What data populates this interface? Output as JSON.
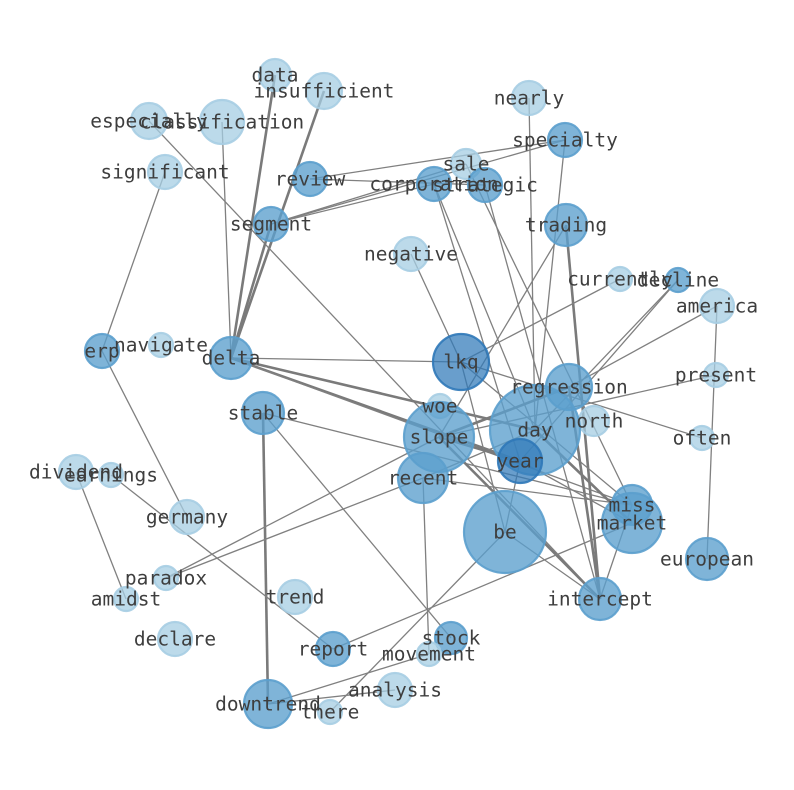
{
  "graph": {
    "palette": {
      "light": "#a6cde3",
      "mid": "#5b9fcd",
      "dark": "#2f78b8",
      "edge": "#808080",
      "text": "#3e3e3e"
    },
    "nodes": [
      {
        "id": "data",
        "label": "data",
        "level": "light"
      },
      {
        "id": "insufficient",
        "label": "insufficient",
        "level": "light"
      },
      {
        "id": "especially",
        "label": "especially",
        "level": "light"
      },
      {
        "id": "classification",
        "label": "classification",
        "level": "light"
      },
      {
        "id": "nearly",
        "label": "nearly",
        "level": "light"
      },
      {
        "id": "specialty",
        "label": "specialty",
        "level": "mid"
      },
      {
        "id": "sale",
        "label": "sale",
        "level": "light"
      },
      {
        "id": "corporation",
        "label": "corporation",
        "level": "mid"
      },
      {
        "id": "strategic",
        "label": "strategic",
        "level": "mid"
      },
      {
        "id": "significant",
        "label": "significant",
        "level": "light"
      },
      {
        "id": "review",
        "label": "review",
        "level": "mid"
      },
      {
        "id": "segment",
        "label": "segment",
        "level": "mid"
      },
      {
        "id": "trading",
        "label": "trading",
        "level": "mid"
      },
      {
        "id": "negative",
        "label": "negative",
        "level": "light"
      },
      {
        "id": "currently",
        "label": "currently",
        "level": "light"
      },
      {
        "id": "decline",
        "label": "decline",
        "level": "mid"
      },
      {
        "id": "america",
        "label": "america",
        "level": "light"
      },
      {
        "id": "erp",
        "label": "erp",
        "level": "mid"
      },
      {
        "id": "navigate",
        "label": "navigate",
        "level": "light"
      },
      {
        "id": "delta",
        "label": "delta",
        "level": "mid"
      },
      {
        "id": "lkq",
        "label": "lkq",
        "level": "dark"
      },
      {
        "id": "present",
        "label": "present",
        "level": "light"
      },
      {
        "id": "regression",
        "label": "regression",
        "level": "mid"
      },
      {
        "id": "stable",
        "label": "stable",
        "level": "mid"
      },
      {
        "id": "woe",
        "label": "woe",
        "level": "light"
      },
      {
        "id": "north",
        "label": "north",
        "level": "light"
      },
      {
        "id": "day",
        "label": "day",
        "level": "mid"
      },
      {
        "id": "often",
        "label": "often",
        "level": "light"
      },
      {
        "id": "slope",
        "label": "slope",
        "level": "mid"
      },
      {
        "id": "year",
        "label": "year",
        "level": "dark"
      },
      {
        "id": "dividend",
        "label": "dividend",
        "level": "light"
      },
      {
        "id": "earnings",
        "label": "earnings",
        "level": "light"
      },
      {
        "id": "recent",
        "label": "recent",
        "level": "mid"
      },
      {
        "id": "germany",
        "label": "germany",
        "level": "light"
      },
      {
        "id": "be",
        "label": "be",
        "level": "mid"
      },
      {
        "id": "miss",
        "label": "miss",
        "level": "mid"
      },
      {
        "id": "market",
        "label": "market",
        "level": "mid"
      },
      {
        "id": "european",
        "label": "european",
        "level": "mid"
      },
      {
        "id": "paradox",
        "label": "paradox",
        "level": "light"
      },
      {
        "id": "amidst",
        "label": "amidst",
        "level": "light"
      },
      {
        "id": "trend",
        "label": "trend",
        "level": "light"
      },
      {
        "id": "intercept",
        "label": "intercept",
        "level": "mid"
      },
      {
        "id": "declare",
        "label": "declare",
        "level": "light"
      },
      {
        "id": "stock",
        "label": "stock",
        "level": "mid"
      },
      {
        "id": "report",
        "label": "report",
        "level": "mid"
      },
      {
        "id": "movement",
        "label": "movement",
        "level": "light"
      },
      {
        "id": "analysis",
        "label": "analysis",
        "level": "light"
      },
      {
        "id": "downtrend",
        "label": "downtrend",
        "level": "mid"
      },
      {
        "id": "there",
        "label": "there",
        "level": "light"
      }
    ],
    "edges": [
      [
        "data",
        "delta",
        "heavy"
      ],
      [
        "insufficient",
        "delta",
        "heavy"
      ],
      [
        "classification",
        "delta",
        "normal"
      ],
      [
        "especially",
        "intercept",
        "normal"
      ],
      [
        "review",
        "specialty",
        "normal"
      ],
      [
        "review",
        "strategic",
        "normal"
      ],
      [
        "segment",
        "specialty",
        "normal"
      ],
      [
        "segment",
        "corporation",
        "normal"
      ],
      [
        "segment",
        "sale",
        "normal"
      ],
      [
        "nearly",
        "day",
        "normal"
      ],
      [
        "specialty",
        "day",
        "normal"
      ],
      [
        "corporation",
        "day",
        "normal"
      ],
      [
        "corporation",
        "year",
        "normal"
      ],
      [
        "strategic",
        "intercept",
        "normal"
      ],
      [
        "sale",
        "miss",
        "normal"
      ],
      [
        "significant",
        "erp",
        "normal"
      ],
      [
        "negative",
        "lkq",
        "normal"
      ],
      [
        "trading",
        "intercept",
        "heavy"
      ],
      [
        "trading",
        "slope",
        "normal"
      ],
      [
        "currently",
        "lkq",
        "normal"
      ],
      [
        "decline",
        "day",
        "normal"
      ],
      [
        "decline",
        "year",
        "normal"
      ],
      [
        "america",
        "european",
        "normal"
      ],
      [
        "america",
        "regression",
        "normal"
      ],
      [
        "erp",
        "germany",
        "normal"
      ],
      [
        "delta",
        "lkq",
        "normal"
      ],
      [
        "delta",
        "day",
        "heavy"
      ],
      [
        "delta",
        "year",
        "heavy"
      ],
      [
        "delta",
        "miss",
        "normal"
      ],
      [
        "lkq",
        "often",
        "normal"
      ],
      [
        "lkq",
        "be",
        "normal"
      ],
      [
        "lkq",
        "miss",
        "normal"
      ],
      [
        "present",
        "slope",
        "normal"
      ],
      [
        "regression",
        "intercept",
        "heavy"
      ],
      [
        "regression",
        "slope",
        "heavy"
      ],
      [
        "stable",
        "downtrend",
        "heavy"
      ],
      [
        "stable",
        "stock",
        "normal"
      ],
      [
        "stable",
        "miss",
        "normal"
      ],
      [
        "day",
        "market",
        "heavy"
      ],
      [
        "day",
        "recent",
        "normal"
      ],
      [
        "slope",
        "intercept",
        "heavy"
      ],
      [
        "slope",
        "paradox",
        "normal"
      ],
      [
        "slope",
        "year",
        "heavy"
      ],
      [
        "year",
        "market",
        "normal"
      ],
      [
        "year",
        "be",
        "normal"
      ],
      [
        "dividend",
        "amidst",
        "normal"
      ],
      [
        "earnings",
        "report",
        "normal"
      ],
      [
        "recent",
        "paradox",
        "normal"
      ],
      [
        "recent",
        "movement",
        "normal"
      ],
      [
        "recent",
        "miss",
        "normal"
      ],
      [
        "be",
        "intercept",
        "normal"
      ],
      [
        "be",
        "there",
        "normal"
      ],
      [
        "market",
        "report",
        "normal"
      ],
      [
        "miss",
        "intercept",
        "normal"
      ],
      [
        "downtrend",
        "analysis",
        "normal"
      ],
      [
        "downtrend",
        "movement",
        "normal"
      ],
      [
        "delta",
        "segment",
        "heavy"
      ]
    ]
  }
}
